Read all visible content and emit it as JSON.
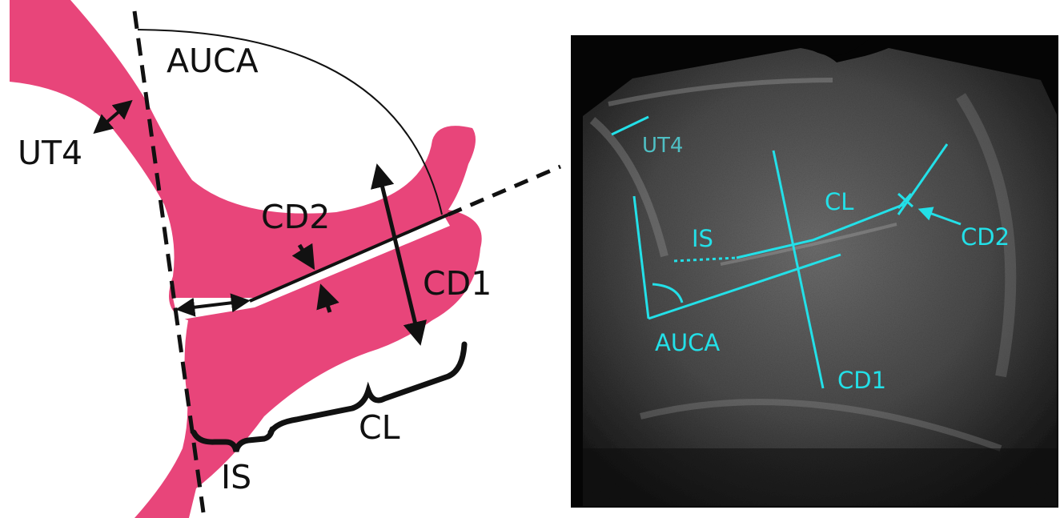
{
  "colors": {
    "uterus_fill": "#E8457A",
    "schematic_line": "#111111",
    "ultrasound_overlay": "#23E0E8",
    "ultrasound_bg": "#050505",
    "ultrasound_tissue": "#7c7c7c"
  },
  "schematic": {
    "labels": {
      "auca": "AUCA",
      "ut4": "UT4",
      "cd2": "CD2",
      "cd1": "CD1",
      "cl": "CL",
      "is": "IS"
    }
  },
  "ultrasound": {
    "labels": {
      "ut4": "UT4",
      "cl": "CL",
      "is": "IS",
      "cd2": "CD2",
      "auca": "AUCA",
      "cd1": "CD1"
    }
  }
}
